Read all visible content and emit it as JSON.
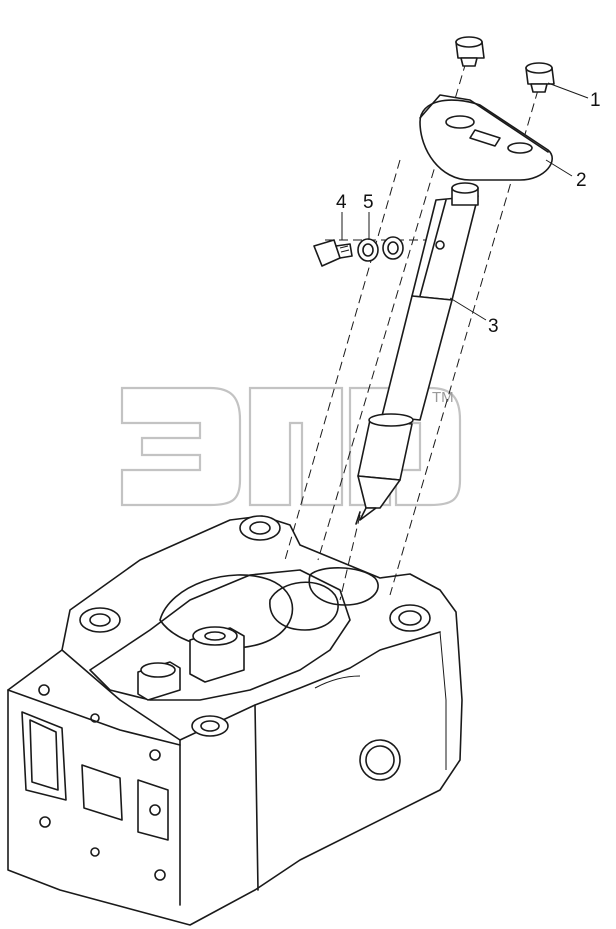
{
  "callouts": [
    {
      "id": "1",
      "label": "1"
    },
    {
      "id": "2",
      "label": "2"
    },
    {
      "id": "3",
      "label": "3"
    },
    {
      "id": "4",
      "label": "4"
    },
    {
      "id": "5",
      "label": "5"
    }
  ],
  "watermark": {
    "mark": "TM"
  },
  "colors": {
    "line": "#1a1a1a",
    "background": "#ffffff",
    "watermark": "#b9b9b9"
  }
}
